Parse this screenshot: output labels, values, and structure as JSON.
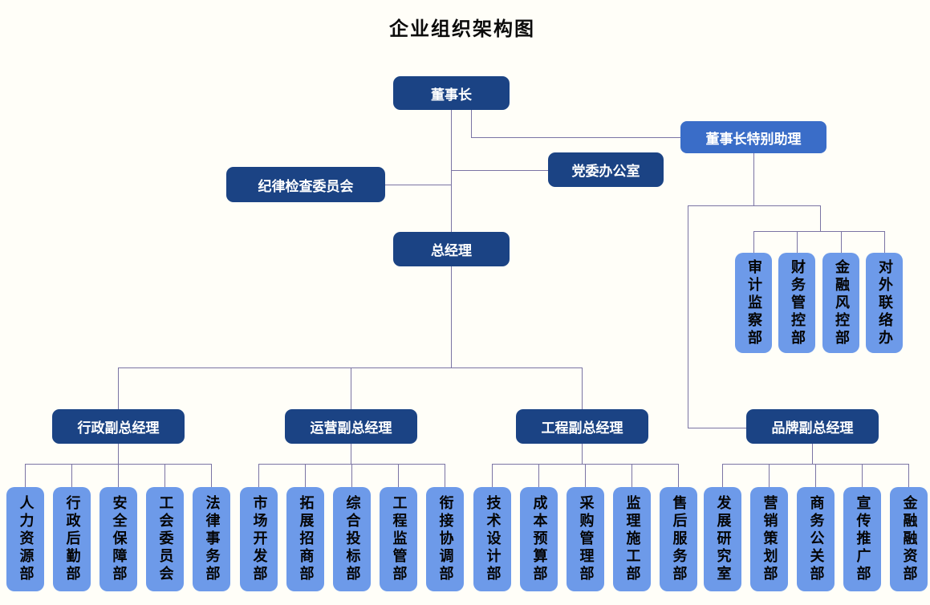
{
  "title": "企业组织架构图",
  "colors": {
    "dark_blue": "#1b4384",
    "medium_blue": "#3a6dc8",
    "light_blue": "#6d9ae9",
    "connector_line": "#7b74a4",
    "background": "#fffef8"
  },
  "nodes": {
    "chairman": "董事长",
    "special_assistant": "董事长特别助理",
    "discipline_committee": "纪律检查委员会",
    "party_office": "党委办公室",
    "general_manager": "总经理",
    "assistant_departments": [
      "审计监察部",
      "财务管控部",
      "金融风控部",
      "对外联络办"
    ],
    "deputies": [
      {
        "label": "行政副总经理",
        "departments": [
          "人力资源部",
          "行政后勤部",
          "安全保障部",
          "工会委员会",
          "法律事务部"
        ]
      },
      {
        "label": "运营副总经理",
        "departments": [
          "市场开发部",
          "拓展招商部",
          "综合投标部",
          "工程监管部",
          "衔接协调部"
        ]
      },
      {
        "label": "工程副总经理",
        "departments": [
          "技术设计部",
          "成本预算部",
          "采购管理部",
          "监理施工部",
          "售后服务部"
        ]
      },
      {
        "label": "品牌副总经理",
        "departments": [
          "发展研究室",
          "营销策划部",
          "商务公关部",
          "宣传推广部",
          "金融融资部"
        ]
      }
    ]
  }
}
